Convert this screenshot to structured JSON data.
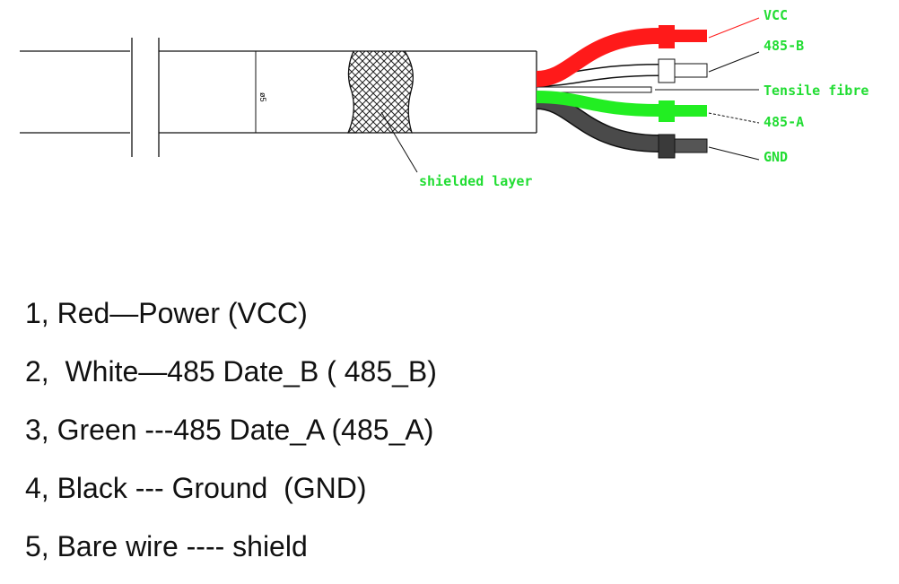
{
  "diagram": {
    "dimension_label": "ø5",
    "shield_label": "shielded layer",
    "labels": {
      "vcc": "VCC",
      "b485": "485-B",
      "tensile": "Tensile fibre",
      "a485": "485-A",
      "gnd": "GND"
    },
    "colors": {
      "red": "#ff1a1a",
      "white": "#ffffff",
      "green": "#22ee22",
      "black": "#4a4a4a",
      "label_green": "#22dd33",
      "outline": "#111111"
    }
  },
  "legend": [
    "1, Red—Power (VCC)",
    "2,  White—485 Date_B ( 485_B)",
    "3, Green ---485 Date_A (485_A)",
    "4, Black --- Ground  (GND)",
    "5, Bare wire ---- shield"
  ]
}
